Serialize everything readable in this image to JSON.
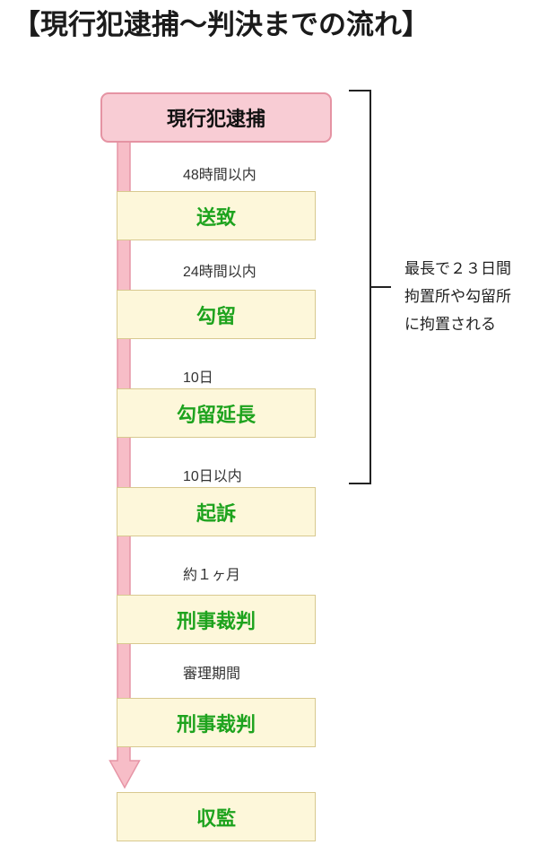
{
  "title": "【現行犯逮捕～判決までの流れ】",
  "flow": {
    "start_label": "現行犯逮捕",
    "steps": [
      {
        "interval": "48時間以内",
        "label": "送致"
      },
      {
        "interval": "24時間以内",
        "label": "勾留"
      },
      {
        "interval": "10日",
        "label": "勾留延長"
      },
      {
        "interval": "10日以内",
        "label": "起訴"
      },
      {
        "interval": "約１ヶ月",
        "label": "刑事裁判"
      },
      {
        "interval": "審理期間",
        "label": "刑事裁判"
      },
      {
        "interval": "",
        "label": "収監"
      }
    ]
  },
  "annotation": {
    "lines": [
      "最長で２３日間",
      "拘置所や勾留所",
      "に拘置される"
    ]
  },
  "colors": {
    "start_box_fill": "#f8ccd4",
    "start_box_border": "#e593a3",
    "step_box_fill": "#fdf7da",
    "step_box_border": "#d8c98f",
    "step_label_green": "#1ea31e",
    "arrow_fill": "#f7bdc7",
    "arrow_stroke": "#e695a6",
    "bracket_color": "#222222"
  }
}
